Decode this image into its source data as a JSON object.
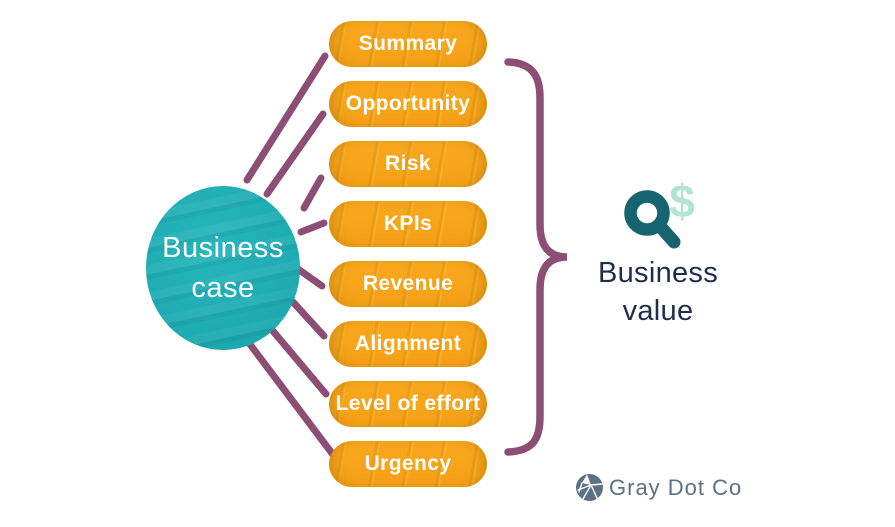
{
  "diagram": {
    "hub": {
      "line1": "Business",
      "line2": "case"
    },
    "pills": [
      "Summary",
      "Opportunity",
      "Risk",
      "KPIs",
      "Revenue",
      "Alignment",
      "Level of effort",
      "Urgency"
    ],
    "value": {
      "line1": "Business",
      "line2": "value"
    },
    "icons": {
      "value_icon": "magnifier-dollar-icon",
      "brand_icon": "fragmented-circle-icon"
    },
    "colors": {
      "pill_orange": "#F7A41B",
      "hub_teal": "#1FADB3",
      "connector_purple": "#8C4E75",
      "value_navy": "#1E2C4D",
      "magnifier_teal": "#15646F",
      "dollar_mint": "#B2E5D1",
      "brand_slate": "#5D7184",
      "text_white": "#FFFFFF"
    }
  },
  "branding": {
    "name": "Gray Dot Co"
  }
}
